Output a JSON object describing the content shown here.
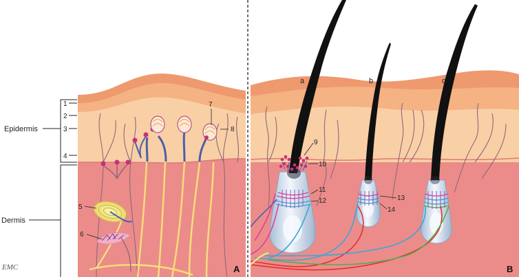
{
  "layer_labels": {
    "epidermis": "Epidermis",
    "dermis": "Dermis"
  },
  "sublayer_numbers": [
    "1",
    "2",
    "3",
    "4"
  ],
  "structure_numbers_a": [
    "5",
    "6",
    "7",
    "8"
  ],
  "structure_numbers_b": [
    "9",
    "10",
    "11",
    "12",
    "13",
    "14"
  ],
  "hair_letters": [
    "a",
    "b",
    "c"
  ],
  "panels": [
    "A",
    "B"
  ],
  "logo": "EMC",
  "colors": {
    "stratum_corneum": "#ee9a6e",
    "stratum_granulosum": "#f5b283",
    "stratum_spinosum": "#f9cfa6",
    "dermis": "#ec8c8a",
    "nerve": "#8a6a78",
    "yellow_fiber": "#f6e07a",
    "merkel": "#c8307a",
    "hair": "#111111",
    "follicle": "#dfe9f5"
  }
}
